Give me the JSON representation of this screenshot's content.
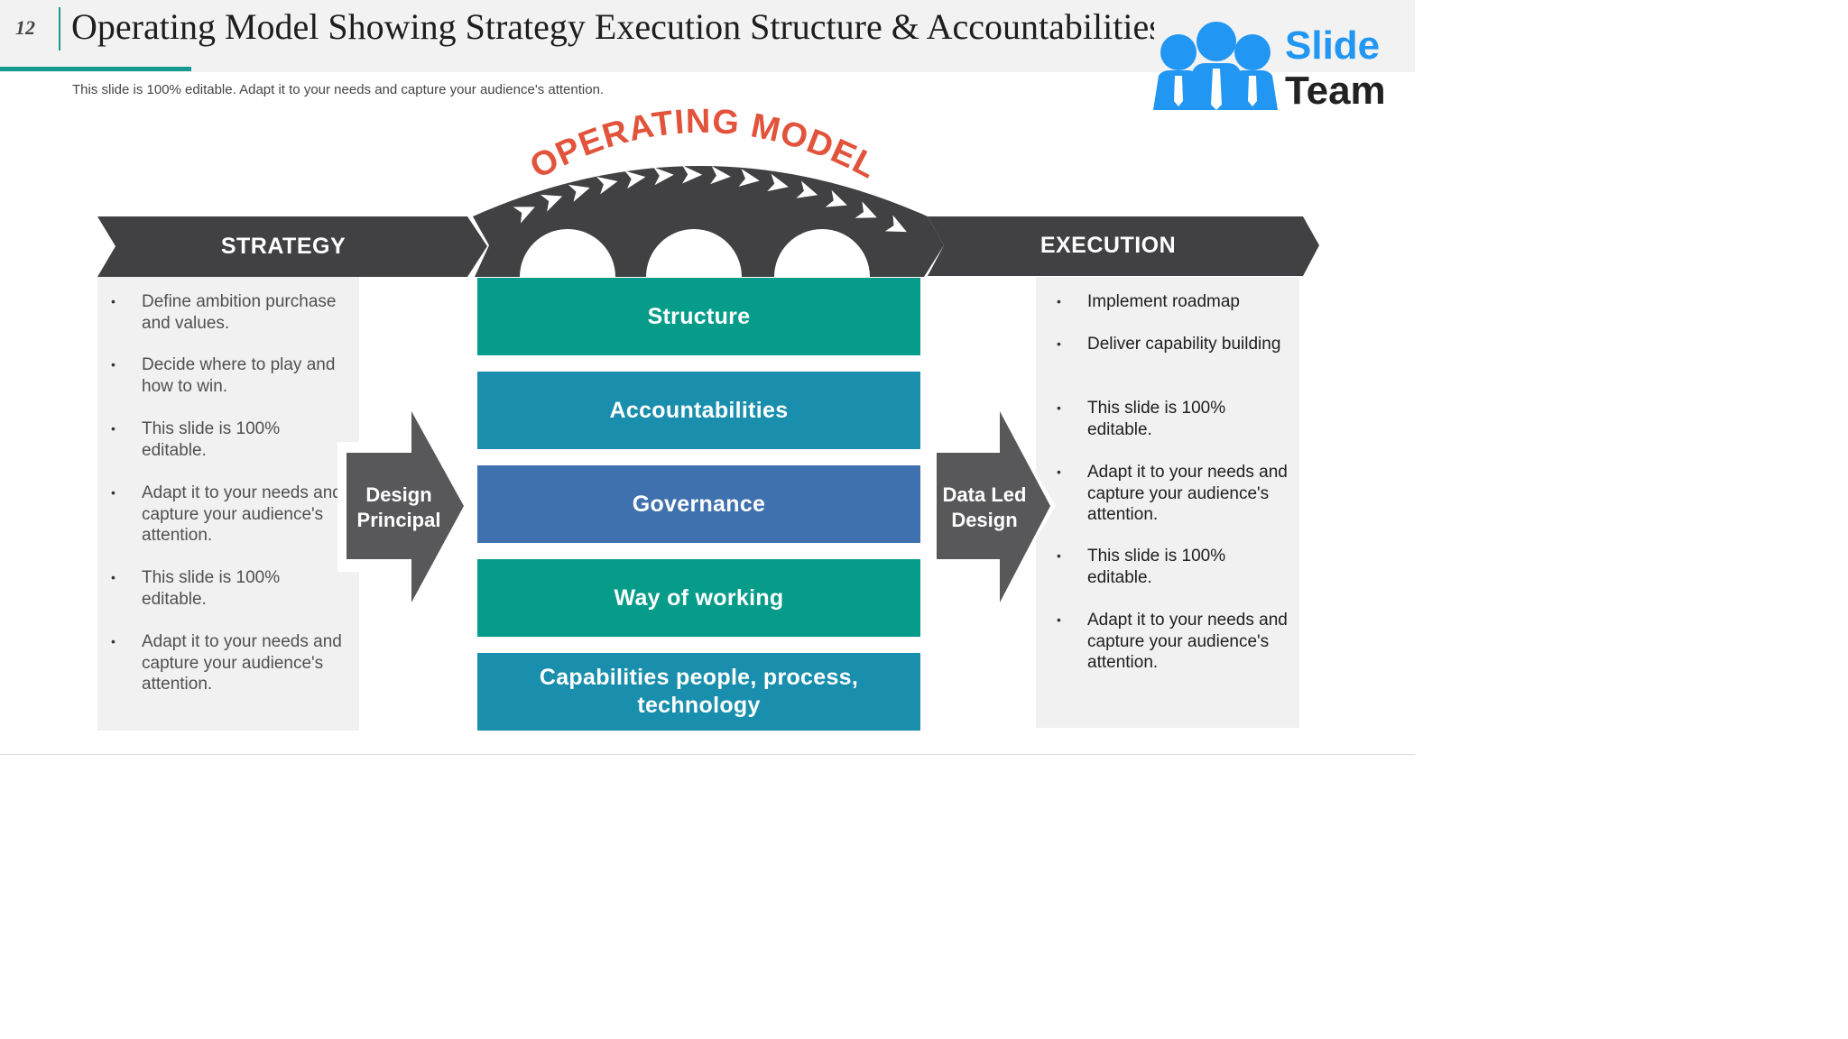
{
  "header": {
    "slide_number": "12",
    "title": "Operating Model Showing Strategy Execution Structure & Accountabilities",
    "subtitle": "This slide is 100% editable. Adapt it to your needs and capture your audience's attention."
  },
  "logo": {
    "line1": "Slide",
    "line2": "Team"
  },
  "arc": {
    "title": "OPERATING MODEL"
  },
  "strategy": {
    "label": "STRATEGY",
    "bullets": [
      "Define ambition purchase and values.",
      "Decide where to play and how to win.",
      "This slide is 100% editable.",
      "Adapt it to your needs and capture your audience's attention.",
      "This slide is 100% editable.",
      "Adapt it to your needs and capture your audience's attention."
    ]
  },
  "execution": {
    "label": "EXECUTION",
    "bullets": [
      "Implement roadmap",
      "Deliver capability building",
      "This slide is 100% editable.",
      "Adapt it to your needs and capture your audience's attention.",
      "This slide is 100% editable.",
      "Adapt it to your needs and capture your audience's attention."
    ]
  },
  "arrows": {
    "left": "Design Principal",
    "right": "Data Led Design"
  },
  "layers": [
    {
      "label": "Structure",
      "color": "#079c8a"
    },
    {
      "label": "Accountabilities",
      "color": "#1a8fad"
    },
    {
      "label": "Governance",
      "color": "#3e71ad"
    },
    {
      "label": "Way of working",
      "color": "#079c8a"
    },
    {
      "label": "Capabilities people, process, technology",
      "color": "#1a8fad"
    }
  ],
  "colors": {
    "dark_banner": "#414042",
    "arc_title": "#e2533c",
    "accent": "#159a8f",
    "logo_blue": "#2196f3"
  }
}
